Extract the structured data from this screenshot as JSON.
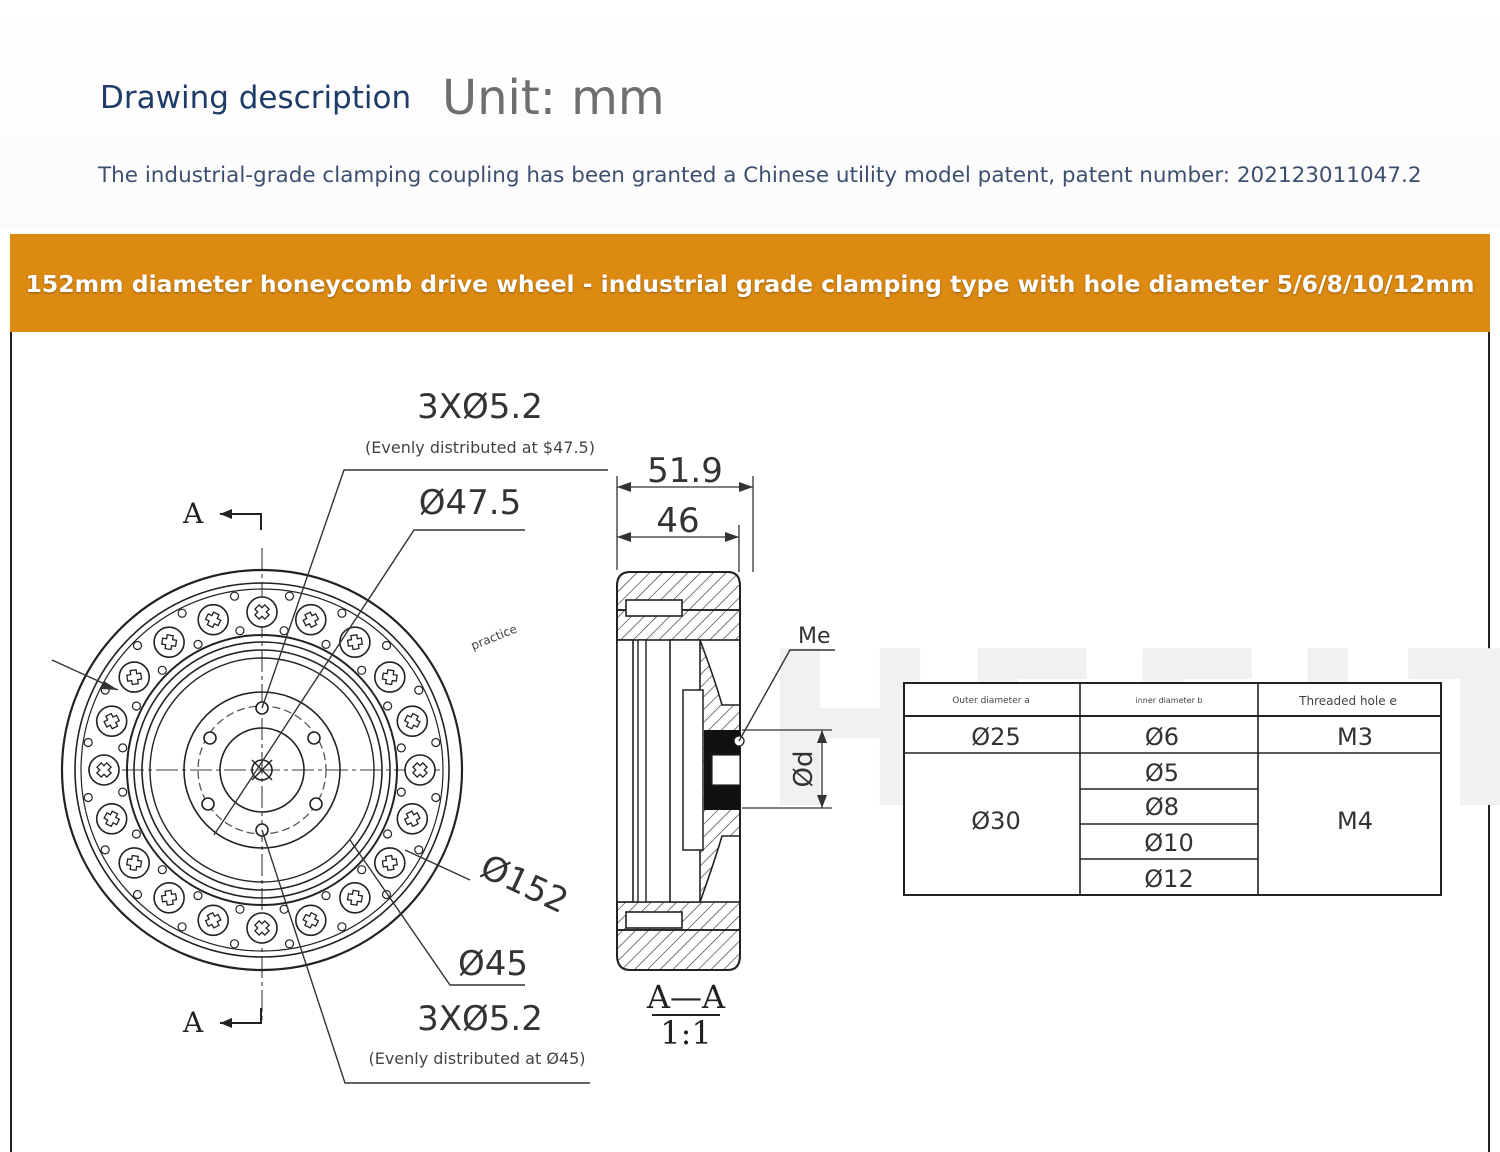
{
  "header": {
    "title": "Drawing description",
    "unit": "Unit: mm",
    "patent_note": "The industrial-grade clamping coupling has been granted a Chinese utility model patent, patent number: 202123011047.2"
  },
  "banner": {
    "text": "152mm diameter honeycomb drive wheel - industrial grade clamping type with hole diameter 5/6/8/10/12mm",
    "color": "#dc8a12"
  },
  "front_view": {
    "holes_top_label": "3XØ5.2",
    "holes_top_note": "(Evenly distributed at $47.5)",
    "dia_47_label": "Ø47.5",
    "dia_152_label": "Ø152",
    "dia_45_label": "Ø45",
    "holes_bottom_label": "3XØ5.2",
    "holes_bottom_note": "(Evenly distributed at Ø45)",
    "watermark": "practice",
    "section_label_top": "A",
    "section_label_bottom": "A"
  },
  "section_view": {
    "width_total": "51.9",
    "width_inner": "46",
    "thread_label": "Me",
    "bore_label": "Ød",
    "section_name": "A—A",
    "scale": "1:1"
  },
  "spec_table": {
    "headers": [
      "Outer diameter a",
      "inner diameter b",
      "Threaded hole e"
    ],
    "row1": {
      "outer": "Ø25",
      "inner": "Ø6",
      "thread": "M3"
    },
    "row2": {
      "outer": "Ø30",
      "inner": [
        "Ø5",
        "Ø8",
        "Ø10",
        "Ø12"
      ],
      "thread": "M4"
    }
  }
}
